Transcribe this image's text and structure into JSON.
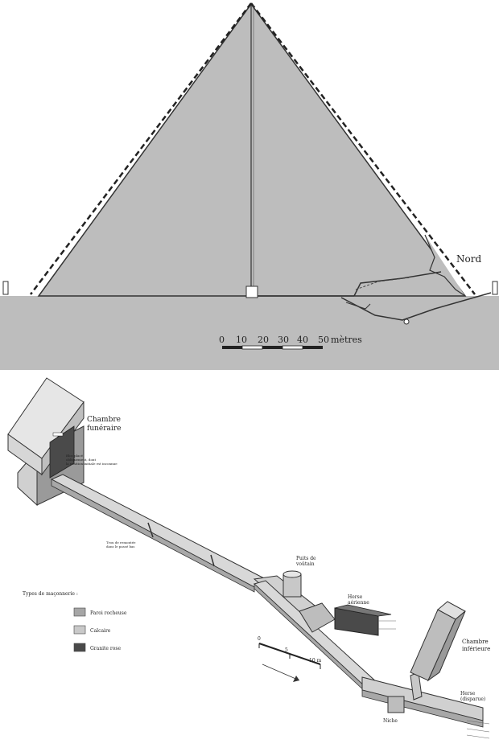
{
  "section": {
    "north_label": "Nord",
    "scale_ticks": [
      "0",
      "10",
      "20",
      "30",
      "40",
      "50"
    ],
    "scale_unit": "mètres"
  },
  "view3d": {
    "chambre_funeraire": [
      "Chambre",
      "funéraire"
    ],
    "chambre_inferieure": [
      "Chambre",
      "inférieure"
    ],
    "puits": [
      "Puits de",
      "voûtain"
    ],
    "herse_superieure": [
      "Herse",
      "aérienne"
    ],
    "herse_inferieure": [
      "Herse",
      "(disparue)"
    ],
    "niche": "Niche",
    "corridor_note": [
      "Trou de remontée",
      "dans le passé bas"
    ],
    "block_note": [
      "Bloc placé",
      "obliquement, dont",
      "la position initiale est inconnue"
    ],
    "legend": {
      "title": "Types de maçonnerie :",
      "items": [
        {
          "label": "Paroi rocheuse",
          "color": "#a6a6a6"
        },
        {
          "label": "Calcaire",
          "color": "#c9c9c9"
        },
        {
          "label": "Granite rose",
          "color": "#4a4a4a"
        }
      ]
    },
    "scale_ticks": [
      "0",
      "5",
      "10 m"
    ]
  }
}
